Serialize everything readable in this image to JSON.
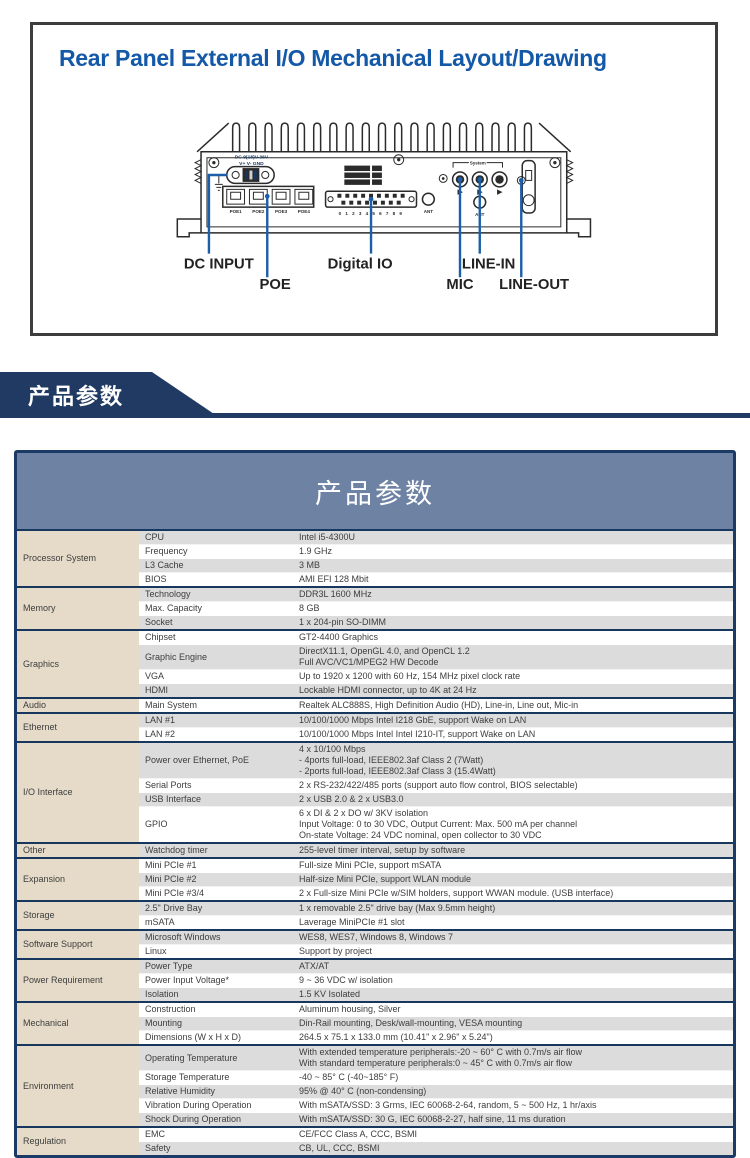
{
  "drawing": {
    "title": "Rear Panel External I/O Mechanical Layout/Drawing",
    "title_color": "#1458a8",
    "labels": {
      "dc_input": "DC INPUT",
      "poe": "POE",
      "digital_io": "Digital IO",
      "mic": "MIC",
      "line_in": "LINE-IN",
      "line_out": "LINE-OUT"
    },
    "micro_labels": {
      "dc_line1": "DC 9(18)V-36V",
      "dc_line2": "V+  V-  GND",
      "poe_ports": [
        "POE1",
        "POE2",
        "POE3",
        "POE4"
      ],
      "dio_pins": "0 1 2 3 4 5 6 7 8 9",
      "ant1": "ANT",
      "ant2": "ANT",
      "system": "System"
    },
    "leader_color": "#1c5fa8"
  },
  "section_banner": {
    "label": "产品参数",
    "bg": "#203a64"
  },
  "table": {
    "title": "产品参数",
    "header_bg": "#6e83a4",
    "category_bg": "#e5dbc8",
    "row_alt_bg": "#dcdcdc",
    "border_color": "#17375e",
    "groups": [
      {
        "category": "Processor System",
        "rows": [
          {
            "property": "CPU",
            "value": "Intel i5-4300U"
          },
          {
            "property": "Frequency",
            "value": "1.9 GHz"
          },
          {
            "property": "L3 Cache",
            "value": "3 MB"
          },
          {
            "property": "BIOS",
            "value": "AMI EFI 128 Mbit"
          }
        ]
      },
      {
        "category": "Memory",
        "rows": [
          {
            "property": "Technology",
            "value": "DDR3L 1600 MHz"
          },
          {
            "property": "Max. Capacity",
            "value": "8 GB"
          },
          {
            "property": "Socket",
            "value": "1 x 204-pin SO-DIMM"
          }
        ]
      },
      {
        "category": "Graphics",
        "rows": [
          {
            "property": "Chipset",
            "value": "GT2-4400 Graphics"
          },
          {
            "property": "Graphic Engine",
            "value": "DirectX11.1, OpenGL 4.0, and OpenCL 1.2\nFull AVC/VC1/MPEG2 HW Decode"
          },
          {
            "property": "VGA",
            "value": "Up to 1920 x 1200 with 60 Hz, 154 MHz pixel clock rate"
          },
          {
            "property": "HDMI",
            "value": "Lockable HDMI connector, up to 4K at 24 Hz"
          }
        ]
      },
      {
        "category": "Audio",
        "rows": [
          {
            "property": "Main System",
            "value": "Realtek ALC888S, High Definition Audio (HD), Line-in, Line out, Mic-in"
          }
        ]
      },
      {
        "category": "Ethernet",
        "rows": [
          {
            "property": "LAN #1",
            "value": "10/100/1000 Mbps Intel I218 GbE, support Wake on LAN"
          },
          {
            "property": "LAN #2",
            "value": "10/100/1000 Mbps Intel Intel I210-IT, support Wake on LAN"
          }
        ]
      },
      {
        "category": "I/O Interface",
        "rows": [
          {
            "property": "Power over Ethernet, PoE",
            "value": "4 x 10/100 Mbps\n- 4ports full-load, IEEE802.3af Class 2 (7Watt)\n- 2ports full-load, IEEE802.3af Class 3 (15.4Watt)"
          },
          {
            "property": "Serial Ports",
            "value": "2 x RS-232/422/485 ports (support auto flow control, BIOS selectable)"
          },
          {
            "property": "USB Interface",
            "value": "2 x USB 2.0 & 2 x USB3.0"
          },
          {
            "property": "GPIO",
            "value": "6 x DI & 2 x DO w/ 3KV isolation\nInput Voltage: 0 to 30 VDC, Output Current: Max. 500 mA per channel\nOn-state Voltage: 24 VDC nominal, open collector to 30 VDC"
          }
        ]
      },
      {
        "category": "Other",
        "rows": [
          {
            "property": "Watchdog timer",
            "value": "255-level timer interval, setup by software"
          }
        ]
      },
      {
        "category": "Expansion",
        "rows": [
          {
            "property": "Mini PCIe #1",
            "value": "Full-size Mini PCIe, support mSATA"
          },
          {
            "property": "Mini PCIe #2",
            "value": "Half-size Mini PCIe, support WLAN module"
          },
          {
            "property": "Mini PCIe #3/4",
            "value": "2 x Full-size Mini PCIe w/SIM holders, support WWAN module. (USB interface)"
          }
        ]
      },
      {
        "category": "Storage",
        "rows": [
          {
            "property": "2.5\" Drive Bay",
            "value": "1 x removable 2.5\" drive bay (Max 9.5mm height)"
          },
          {
            "property": "mSATA",
            "value": "Laverage MiniPCIe #1 slot"
          }
        ]
      },
      {
        "category": "Software Support",
        "rows": [
          {
            "property": "Microsoft Windows",
            "value": "WES8, WES7, Windows 8, Windows 7"
          },
          {
            "property": "Linux",
            "value": "Support by project"
          }
        ]
      },
      {
        "category": "Power Requirement",
        "rows": [
          {
            "property": "Power Type",
            "value": "ATX/AT"
          },
          {
            "property": "Power Input Voltage*",
            "value": "9 ~ 36 VDC w/ isolation"
          },
          {
            "property": "Isolation",
            "value": "1.5 KV Isolated"
          }
        ]
      },
      {
        "category": "Mechanical",
        "rows": [
          {
            "property": "Construction",
            "value": "Aluminum housing, Silver"
          },
          {
            "property": "Mounting",
            "value": "Din-Rail mounting, Desk/wall-mounting, VESA mounting"
          },
          {
            "property": "Dimensions (W x H x D)",
            "value": "264.5 x 75.1 x 133.0 mm (10.41\" x 2.96\" x 5.24\")"
          }
        ]
      },
      {
        "category": "Environment",
        "rows": [
          {
            "property": "Operating Temperature",
            "value": "With extended temperature peripherals:-20 ~ 60° C with 0.7m/s air flow\nWith standard temperature peripherals:0 ~ 45° C with 0.7m/s air flow"
          },
          {
            "property": "Storage Temperature",
            "value": "-40 ~ 85° C (-40~185° F)"
          },
          {
            "property": "Relative Humidity",
            "value": "95% @ 40° C (non-condensing)"
          },
          {
            "property": "Vibration During Operation",
            "value": "With mSATA/SSD: 3 Grms, IEC 60068-2-64, random, 5 ~ 500 Hz, 1 hr/axis"
          },
          {
            "property": "Shock During Operation",
            "value": "With mSATA/SSD: 30 G, IEC 60068-2-27, half sine, 11 ms duration"
          }
        ]
      },
      {
        "category": "Regulation",
        "rows": [
          {
            "property": "EMC",
            "value": "CE/FCC Class A, CCC, BSMI"
          },
          {
            "property": "Safety",
            "value": "CB, UL, CCC, BSMI"
          }
        ]
      }
    ]
  }
}
